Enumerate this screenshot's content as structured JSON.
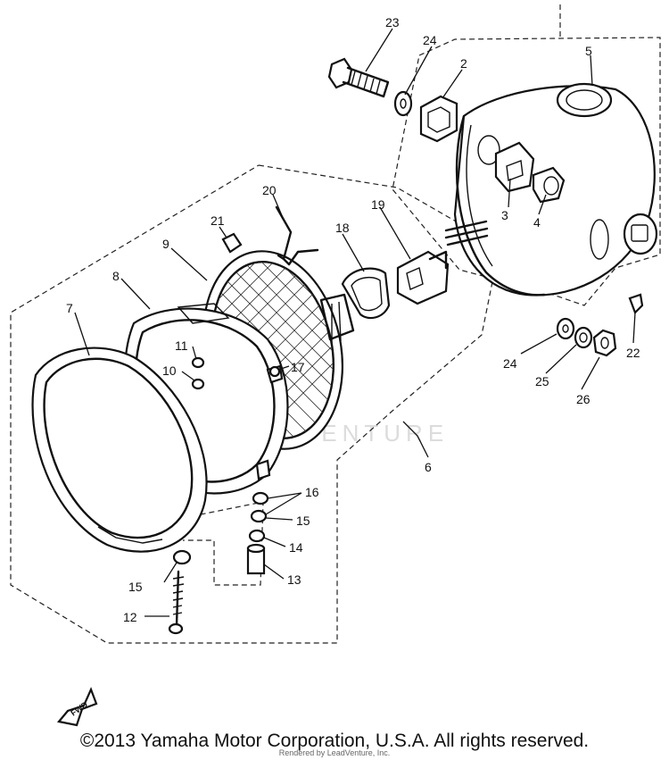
{
  "watermark": "LEADVENTURE",
  "fwd_label": "FWD",
  "copyright": "©2013 Yamaha Motor Corporation, U.S.A. All rights reserved.",
  "rendered_by": "Rendered by LeadVenture, Inc.",
  "callouts": {
    "c2": "2",
    "c3": "3",
    "c4": "4",
    "c5": "5",
    "c6": "6",
    "c7": "7",
    "c8": "8",
    "c9": "9",
    "c10": "10",
    "c11": "11",
    "c12": "12",
    "c13": "13",
    "c14": "14",
    "c15a": "15",
    "c15b": "15",
    "c16": "16",
    "c17": "17",
    "c18": "18",
    "c19": "19",
    "c20": "20",
    "c21": "21",
    "c22": "22",
    "c23": "23",
    "c24a": "24",
    "c24b": "24",
    "c25": "25",
    "c26": "26"
  }
}
